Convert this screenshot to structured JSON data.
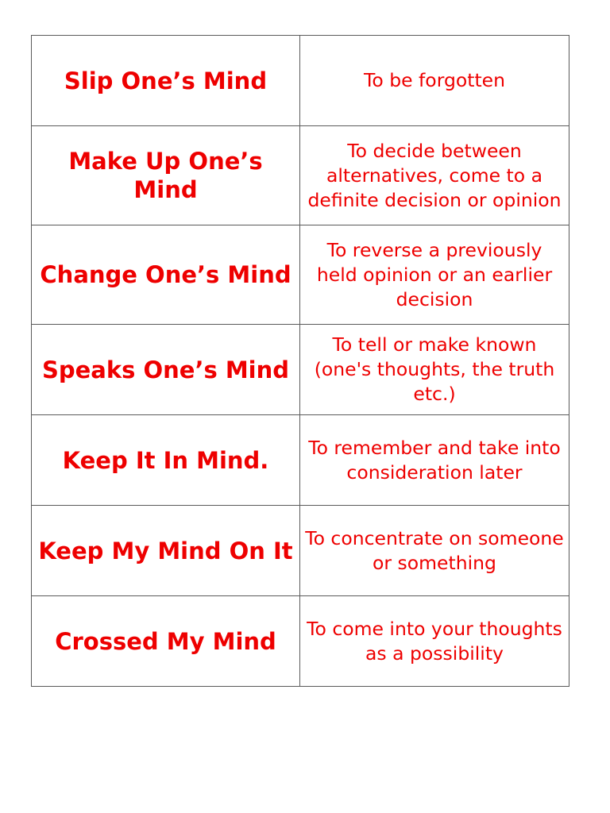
{
  "idioms": [
    {
      "phrase": "Slip One’s Mind",
      "meaning": "To be forgotten"
    },
    {
      "phrase": "Make Up One’s Mind",
      "meaning": "To decide between alternatives, come to a definite decision or opinion"
    },
    {
      "phrase": "Change One’s Mind",
      "meaning": "To reverse a previously held opinion or an earlier decision"
    },
    {
      "phrase": "Speaks One’s Mind",
      "meaning": "To tell or make known (one's thoughts, the truth etc.)"
    },
    {
      "phrase": "Keep It In Mind.",
      "meaning": "To remember and take into consideration later"
    },
    {
      "phrase": "Keep My Mind On It",
      "meaning": "To concentrate on someone or something"
    },
    {
      "phrase": "Crossed My Mind",
      "meaning": "To come into your thoughts as a possibility"
    }
  ],
  "colors": {
    "text": "#ee0000",
    "border": "#5a5a5a"
  }
}
